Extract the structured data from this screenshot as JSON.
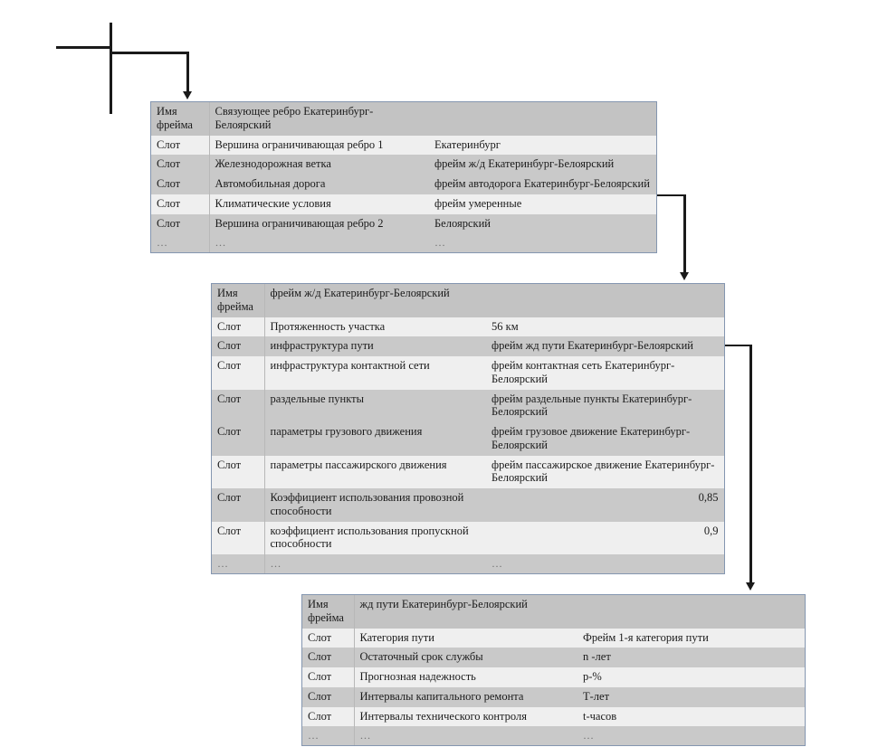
{
  "diagram": {
    "title_present": false,
    "colors": {
      "table_border": "#8496B0",
      "row_dark": "#C9C9C9",
      "row_light": "#EFEFEF",
      "header_fill": "#C3C3C3",
      "connector": "#1A1A1A"
    }
  },
  "labels": {
    "frame_name": "Имя фрейма",
    "frame_name_line1": "Имя",
    "frame_name_line2": "фрейма",
    "slot": "Слот",
    "ellipsis": "…"
  },
  "tables": [
    {
      "id": "frame-linking-edge",
      "header": {
        "label": "Имя фрейма",
        "value": "Связующее ребро Екатеринбург-Белоярский",
        "third": ""
      },
      "rows": [
        {
          "label": "Слот",
          "name": "Вершина ограничивающая ребро 1",
          "value": "Екатеринбург"
        },
        {
          "label": "Слот",
          "name": "Железнодорожная ветка",
          "value": "фрейм ж/д Екатеринбург-Белоярский"
        },
        {
          "label": "Слот",
          "name": "Автомобильная дорога",
          "value": "фрейм автодорога Екатеринбург-Белоярский"
        },
        {
          "label": "Слот",
          "name": "Климатические условия",
          "value": "фрейм умеренные"
        },
        {
          "label": "Слот",
          "name": "Вершина ограничивающая ребро 2",
          "value": "Белоярский"
        },
        {
          "label": "…",
          "name": "…",
          "value": "…"
        }
      ]
    },
    {
      "id": "frame-railway",
      "header": {
        "label": "Имя фрейма",
        "value": "фрейм ж/д Екатеринбург-Белоярский",
        "third": ""
      },
      "rows": [
        {
          "label": "Слот",
          "name": "Протяженность участка",
          "value": "56 км"
        },
        {
          "label": "Слот",
          "name": "инфраструктура пути",
          "value": "фрейм жд пути Екатеринбург-Белоярский"
        },
        {
          "label": "Слот",
          "name": "инфраструктура контактной сети",
          "value": "фрейм контактная сеть Екатеринбург-Белоярский"
        },
        {
          "label": "Слот",
          "name": "раздельные пункты",
          "value": "фрейм раздельные пункты Екатеринбург-Белоярский"
        },
        {
          "label": "Слот",
          "name": "параметры грузового движения",
          "value": "фрейм грузовое движение Екатеринбург-Белоярский"
        },
        {
          "label": "Слот",
          "name": "параметры пассажирского движения",
          "value": "фрейм пассажирское движение Екатеринбург-Белоярский"
        },
        {
          "label": "Слот",
          "name": "Коэффициент использования провозной способности",
          "value": "0,85",
          "numeric": true
        },
        {
          "label": "Слот",
          "name": "коэффициент использования пропускной способности",
          "value": "0,9",
          "numeric": true
        },
        {
          "label": "…",
          "name": "…",
          "value": "…"
        }
      ]
    },
    {
      "id": "frame-track",
      "header": {
        "label": "Имя фрейма",
        "value": "жд пути Екатеринбург-Белоярский",
        "third": ""
      },
      "rows": [
        {
          "label": "Слот",
          "name": "Категория пути",
          "value": "Фрейм 1-я категория пути"
        },
        {
          "label": "Слот",
          "name": "Остаточный срок службы",
          "value": "n -лет"
        },
        {
          "label": "Слот",
          "name": "Прогнозная надежность",
          "value": "p-%"
        },
        {
          "label": "Слот",
          "name": "Интервалы капитального ремонта",
          "value": "Т-лет"
        },
        {
          "label": "Слот",
          "name": "Интервалы технического контроля",
          "value": "t-часов"
        },
        {
          "label": "…",
          "name": "…",
          "value": "…"
        }
      ]
    }
  ]
}
